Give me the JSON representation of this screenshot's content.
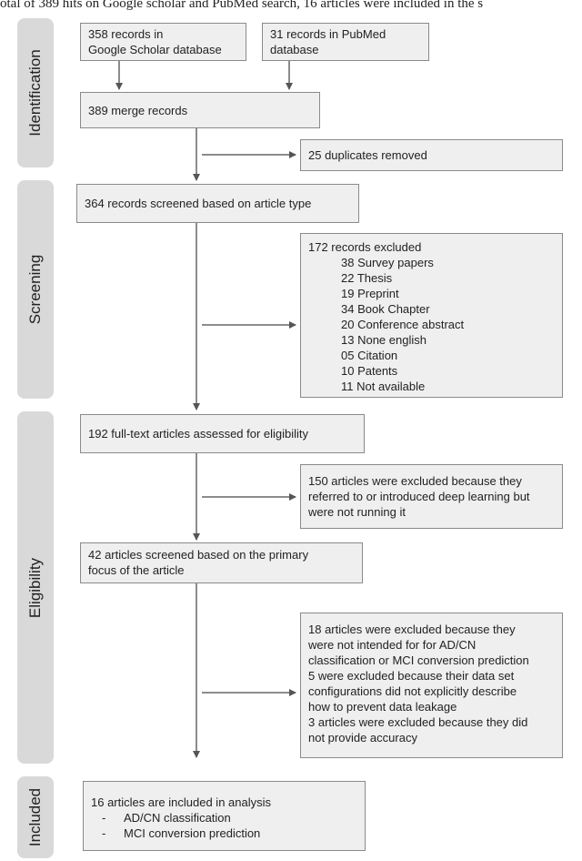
{
  "caption": "otal of 389 hits on Google scholar and PubMed search, 16 articles were included in the s",
  "phases": {
    "identification": "Identification",
    "screening": "Screening",
    "eligibility": "Eligibility",
    "included": "Included"
  },
  "boxes": {
    "google_scholar": [
      "358 records in",
      "Google Scholar database"
    ],
    "pubmed": [
      "31 records in PubMed",
      "database"
    ],
    "merge": [
      "389 merge records"
    ],
    "duplicates": [
      "25 duplicates removed"
    ],
    "screened_type": [
      "364 records screened based on article type"
    ],
    "excluded_172": {
      "header": "172 records excluded",
      "items": [
        "38 Survey papers",
        "22 Thesis",
        "19 Preprint",
        "34 Book Chapter",
        "20 Conference abstract",
        "13 None english",
        "05 Citation",
        "10 Patents",
        "11 Not available"
      ]
    },
    "fulltext": [
      "192 full-text articles assessed for eligibility"
    ],
    "excluded_150": [
      "150 articles were excluded because they",
      "referred to or introduced deep learning but",
      "were not running it"
    ],
    "primary_focus": [
      "42 articles screened based on the primary",
      "focus of the article"
    ],
    "excluded_final": [
      "18 articles were excluded because they",
      "were not intended for for AD/CN",
      "classification or MCI conversion prediction",
      "5  were excluded because their data set",
      "configurations did not explicitly describe",
      "how to prevent data leakage",
      "3 articles were excluded because they did",
      "not provide accuracy"
    ],
    "included": {
      "header": "16 articles are included in analysis",
      "items": [
        "AD/CN classification",
        "MCI conversion prediction"
      ],
      "bullet": "-"
    }
  }
}
